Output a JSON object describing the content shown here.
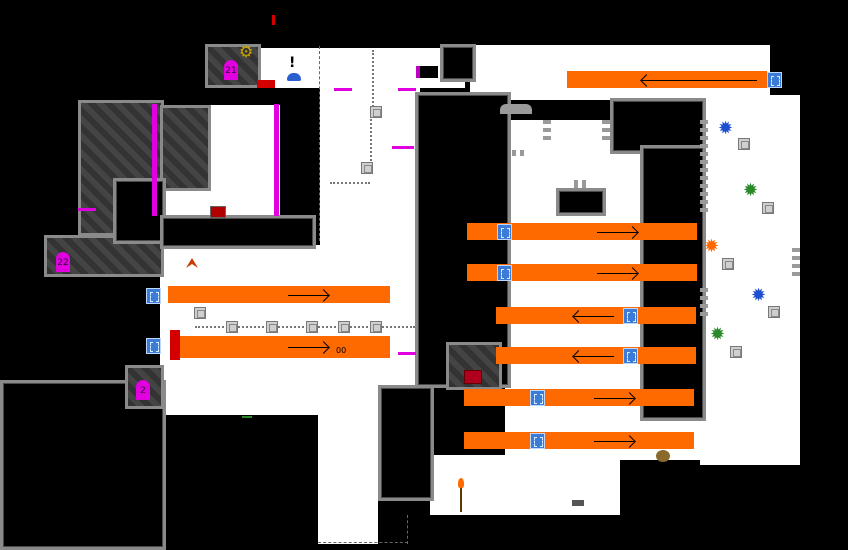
{
  "doors": [
    {
      "label": "21"
    },
    {
      "label": "22"
    },
    {
      "label": "2"
    }
  ],
  "hud": {
    "exclamation": "!",
    "laser_count": "00"
  },
  "icons": {
    "gear": "gear-icon",
    "mine": "spiked-mine-icon",
    "camera": "camera-icon",
    "torch": "torch-icon"
  },
  "colors": {
    "laser": "#ff6a00",
    "door": "#e000e0",
    "emitter": "#3c7bd6",
    "mine_blue": "#1e4fd0",
    "mine_green": "#2a8a2a",
    "mine_orange": "#ff6a00"
  },
  "glyphs": {
    "mine": "✹",
    "gear": "⚙",
    "plant": "⟡"
  }
}
